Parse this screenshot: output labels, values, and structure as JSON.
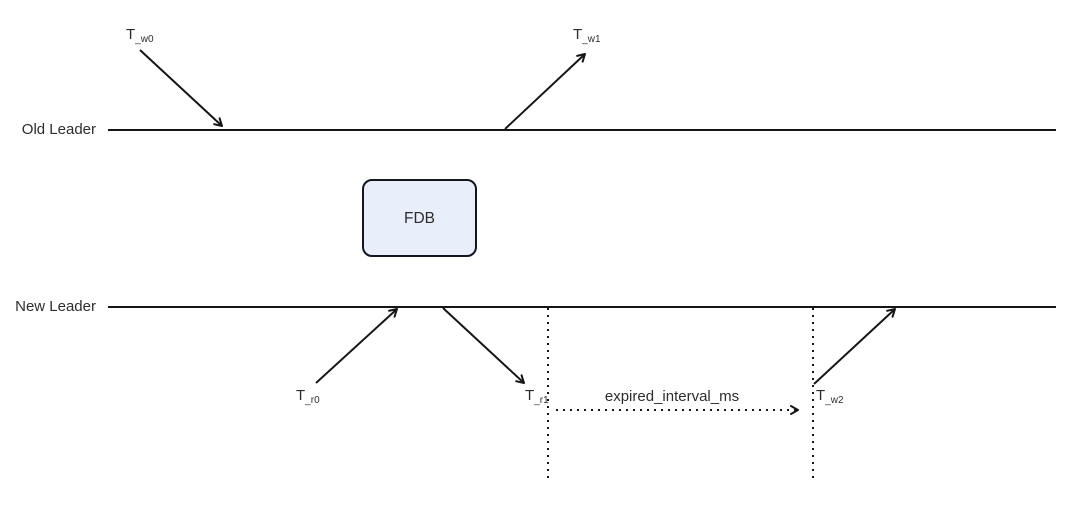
{
  "colors": {
    "line": "#161616",
    "text": "#2d2d2d",
    "node_fill": "#e9eefb",
    "node_border": "#12161f"
  },
  "lanes": {
    "old": {
      "label": "Old Leader"
    },
    "new": {
      "label": "New Leader"
    }
  },
  "node": {
    "label": "FDB"
  },
  "events": {
    "tw0": {
      "base": "T",
      "sub": "_w0"
    },
    "tw1": {
      "base": "T",
      "sub": "_w1"
    },
    "tr0": {
      "base": "T",
      "sub": "_r0"
    },
    "tr1": {
      "base": "T",
      "sub": "_r1"
    },
    "tw2": {
      "base": "T",
      "sub": "_w2"
    }
  },
  "interval": {
    "label": "expired_interval_ms"
  }
}
